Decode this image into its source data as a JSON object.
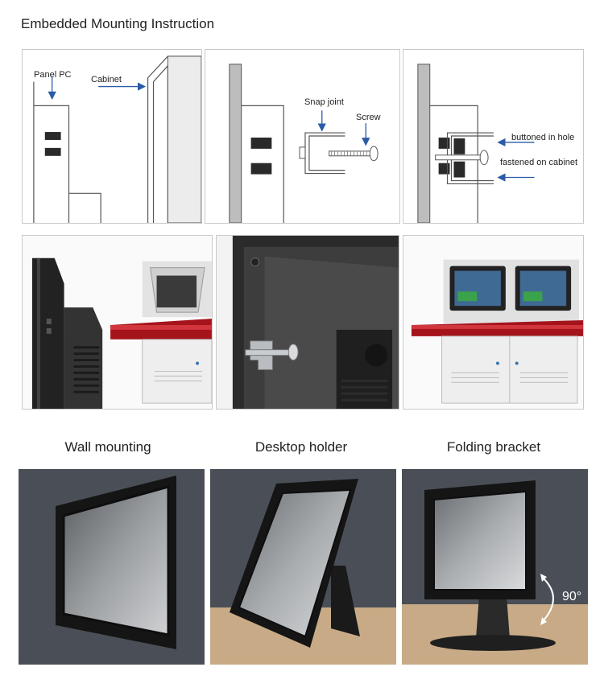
{
  "title": "Embedded Mounting Instruction",
  "diagram": {
    "panel_pc_label": "Panel PC",
    "cabinet_label": "Cabinet",
    "snap_joint_label": "Snap joint",
    "screw_label": "Screw",
    "buttoned_label": "buttoned in hole",
    "fastened_label": "fastened on cabinet"
  },
  "mounting_options": [
    {
      "caption": "Wall mounting"
    },
    {
      "caption": "Desktop holder"
    },
    {
      "caption": "Folding bracket"
    }
  ],
  "angle_label": "90°",
  "colors": {
    "arrow": "#2b5aa8",
    "line": "#555555",
    "cabinet_red": "#a5131b",
    "wall": "#4a4f57",
    "table": "#c8ab86"
  }
}
